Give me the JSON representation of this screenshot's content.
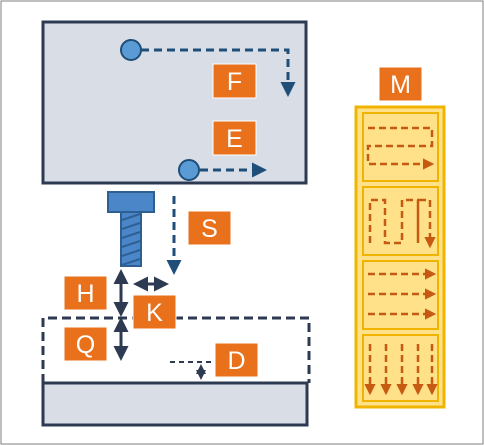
{
  "labels": {
    "F": "F",
    "E": "E",
    "S": "S",
    "H": "H",
    "K": "K",
    "Q": "Q",
    "D": "D",
    "M": "M"
  },
  "colors": {
    "panel_fill": "#d9dde6",
    "panel_stroke": "#2c3a52",
    "path_blue": "#1f4e79",
    "node_blue": "#5b9bd5",
    "label_orange": "#e9711c",
    "legend_fill": "#ffe18a",
    "legend_stroke": "#f0b400",
    "legend_arrow": "#c65a11",
    "screw": "#4a86c8"
  }
}
